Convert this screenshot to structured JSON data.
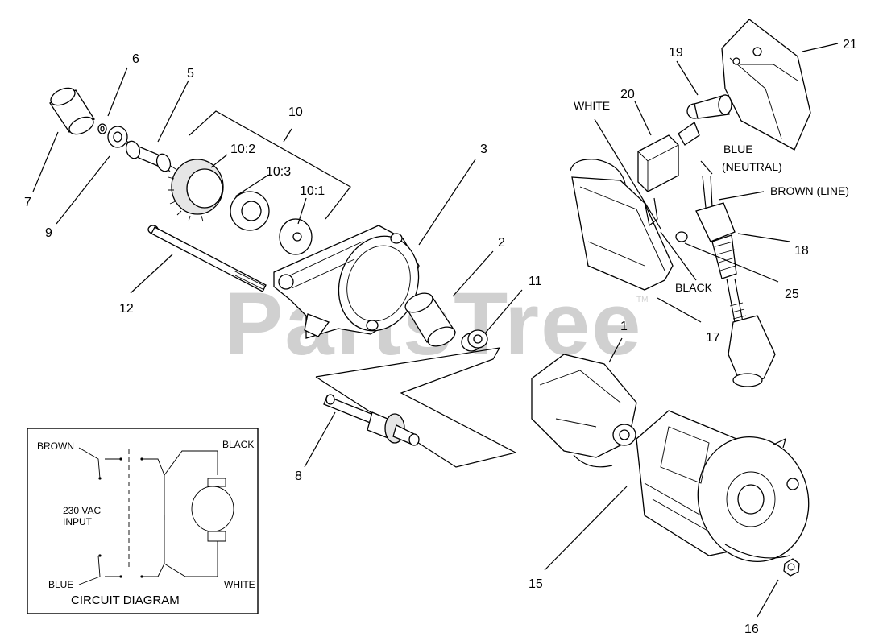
{
  "watermark": {
    "text": "PartsTree",
    "tm": "TM"
  },
  "callouts": [
    {
      "id": "c1",
      "label": "1"
    },
    {
      "id": "c2",
      "label": "2"
    },
    {
      "id": "c3",
      "label": "3"
    },
    {
      "id": "c5",
      "label": "5"
    },
    {
      "id": "c6",
      "label": "6"
    },
    {
      "id": "c7",
      "label": "7"
    },
    {
      "id": "c8",
      "label": "8"
    },
    {
      "id": "c9",
      "label": "9"
    },
    {
      "id": "c10",
      "label": "10"
    },
    {
      "id": "c10_1",
      "label": "10:1"
    },
    {
      "id": "c10_2",
      "label": "10:2"
    },
    {
      "id": "c10_3",
      "label": "10:3"
    },
    {
      "id": "c11",
      "label": "11"
    },
    {
      "id": "c12",
      "label": "12"
    },
    {
      "id": "c15",
      "label": "15"
    },
    {
      "id": "c16",
      "label": "16"
    },
    {
      "id": "c17",
      "label": "17"
    },
    {
      "id": "c18",
      "label": "18"
    },
    {
      "id": "c19",
      "label": "19"
    },
    {
      "id": "c20",
      "label": "20"
    },
    {
      "id": "c21",
      "label": "21"
    },
    {
      "id": "c25",
      "label": "25"
    }
  ],
  "wire_labels": {
    "white": "WHITE",
    "blue_line1": "BLUE",
    "blue_line2": "(NEUTRAL)",
    "brown_line": "BROWN (LINE)",
    "black": "BLACK"
  },
  "circuit": {
    "title": "CIRCUIT DIAGRAM",
    "brown": "BROWN",
    "black": "BLACK",
    "blue": "BLUE",
    "white": "WHITE",
    "input_line1": "230 VAC",
    "input_line2": "INPUT"
  }
}
